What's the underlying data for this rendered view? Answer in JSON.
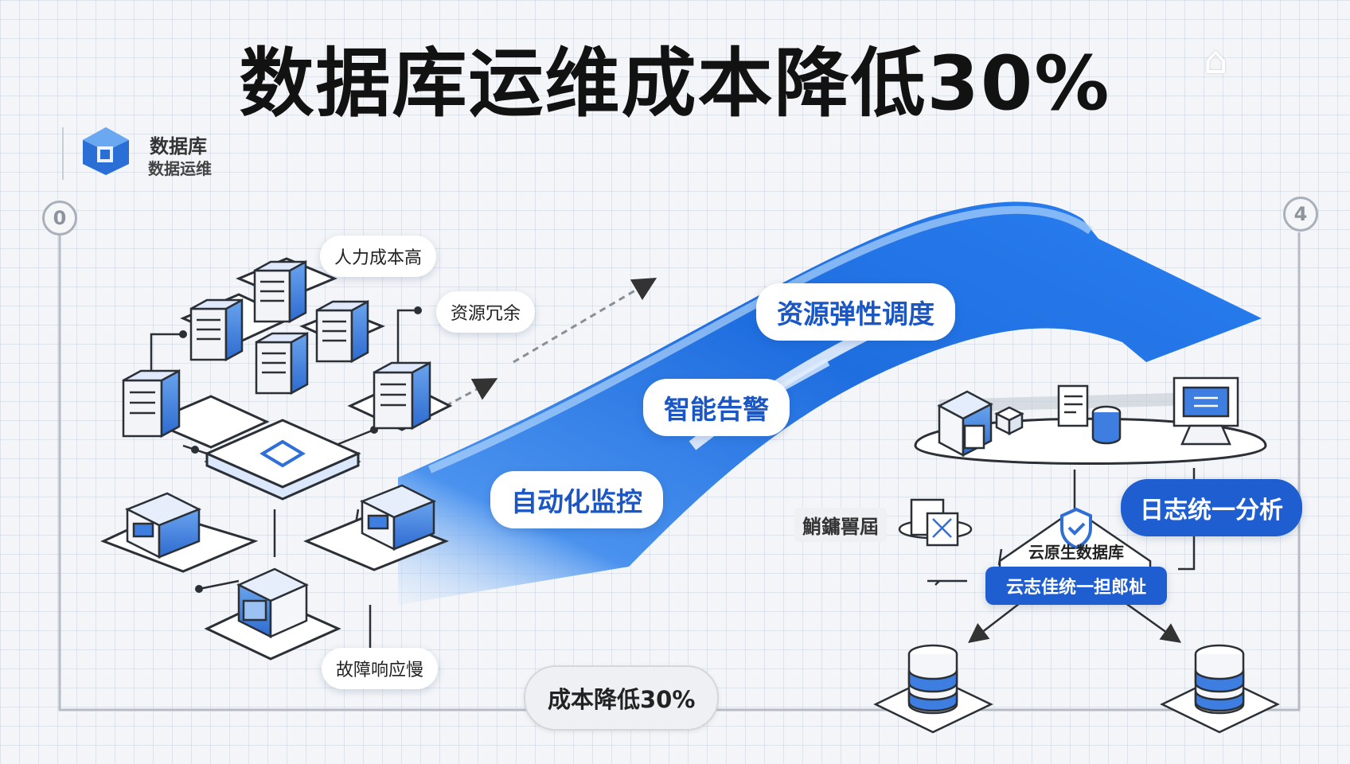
{
  "title": "数据库运维成本降低30%",
  "logo": {
    "line1": "数据库",
    "line2": "数据运维"
  },
  "step_markers": {
    "start": "0",
    "end": "4"
  },
  "pain_points": {
    "labor_cost": "人力成本高",
    "resource_redundancy": "资源冗余",
    "slow_fault_response": "故障响应慢"
  },
  "solutions": {
    "auto_monitoring": "自动化监控",
    "smart_alerts": "智能告警",
    "elastic_scheduling": "资源弹性调度",
    "log_analysis": "日志统一分析"
  },
  "right_cluster": {
    "garbled_label": "鮹鏞嘼屆",
    "cloud_db": "云原生数据库",
    "unified_bar": "云志佳统一担郎杫"
  },
  "summary": "成本降低30%",
  "colors": {
    "accent": "#1f5ed0",
    "arrow_light": "#5ea6f2",
    "arrow_dark": "#1553c9",
    "server_blue": "#3d7ee0"
  }
}
